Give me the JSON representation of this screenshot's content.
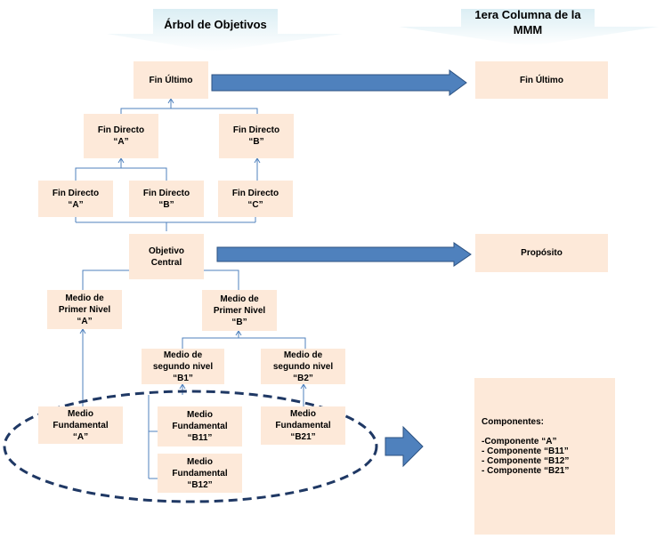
{
  "headers": {
    "left": "Árbol de Objetivos",
    "right": "1era Columna de la\nMMM"
  },
  "tree": {
    "fin_ultimo": "Fin Último",
    "fin_directo_1": "Fin Directo\n“A”",
    "fin_directo_2": "Fin Directo\n“B”",
    "fin_directo_3": "Fin Directo\n“A”",
    "fin_directo_4": "Fin Directo\n“B”",
    "fin_directo_5": "Fin Directo\n“C”",
    "objetivo_central": "Objetivo\nCentral",
    "medio_primer_a": "Medio de\nPrimer Nivel\n“A”",
    "medio_primer_b": "Medio de\nPrimer Nivel\n“B”",
    "medio_segundo_b1": "Medio de\nsegundo nivel\n“B1”",
    "medio_segundo_b2": "Medio de\nsegundo nivel\n“B2”",
    "medio_fund_a": "Medio\nFundamental\n“A”",
    "medio_fund_b11": "Medio\nFundamental\n“B11”",
    "medio_fund_b21": "Medio\nFundamental\n“B21”",
    "medio_fund_b12": "Medio\nFundamental\n“B12”"
  },
  "mmm": {
    "fin_ultimo": "Fin Último",
    "proposito": "Propósito",
    "componentes_title": "Componentes:",
    "componentes_items": [
      "-Componente  “A”",
      "- Componente  “B11”",
      "- Componente  “B12”",
      "- Componente  “B21”"
    ]
  },
  "colors": {
    "box_fill": "#fde9d9",
    "connector": "#4f81bd",
    "arrow": "#4f81bd",
    "arrow_stroke": "#2c5282",
    "header_band": "#dbeef4",
    "ellipse": "#1f3864"
  }
}
